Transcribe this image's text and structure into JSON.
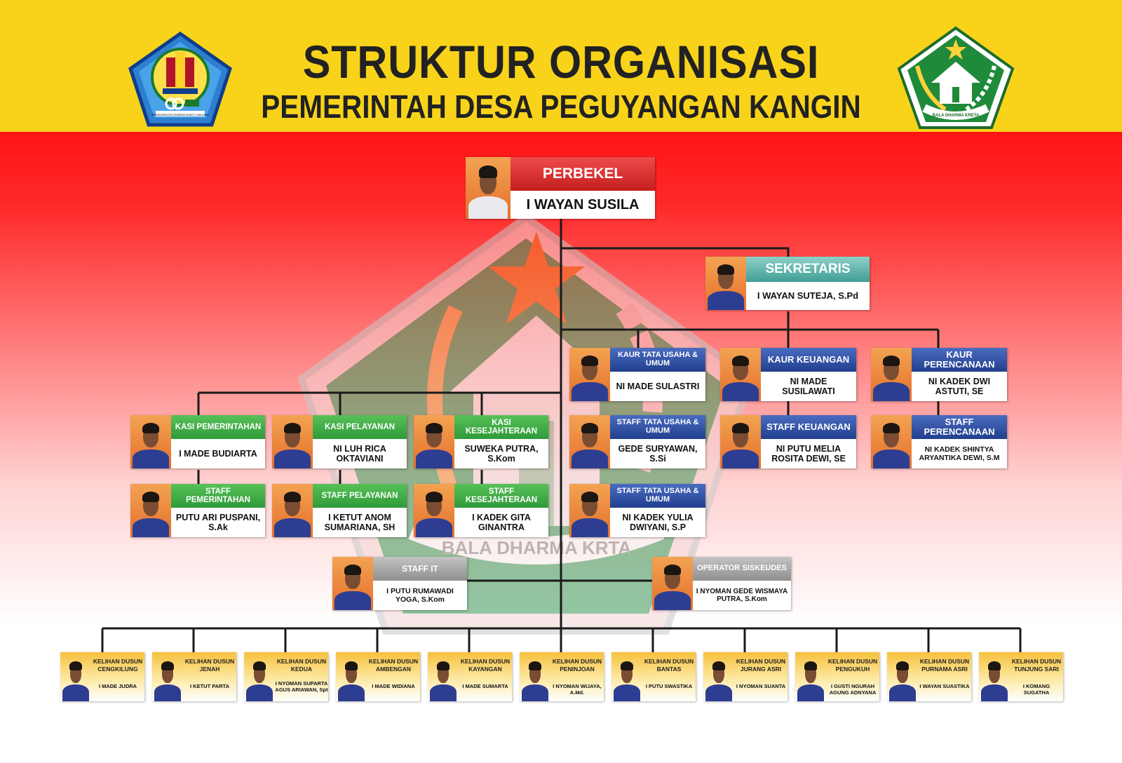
{
  "header": {
    "title": "STRUKTUR ORGANISASI",
    "subtitle": "PEMERINTAH DESA PEGUYANGAN KANGIN"
  },
  "emblems": {
    "left_motto": "PURADIMPURA DHARMA BHAKTI NAGARA",
    "right_motto": "BALA DHARMA KRETA",
    "watermark_motto": "BALA DHARMA KRTA"
  },
  "colors": {
    "header_yellow": "#f8d31a",
    "banner_red": "#ff1414",
    "kasi_green": "#2f9a3a",
    "kaur_blue": "#223f8f",
    "perbekel_red": "#c41e1e",
    "sekretaris_teal": "#3f9f96",
    "staff_grey": "#8f8f8f",
    "kelihan_yellow": "#f6c13d"
  },
  "perbekel": {
    "title": "PERBEKEL",
    "name": "I WAYAN SUSILA"
  },
  "sekretaris": {
    "title": "SEKRETARIS",
    "name": "I WAYAN SUTEJA, S.Pd"
  },
  "kaur": [
    {
      "title": "KAUR TATA USAHA & UMUM",
      "name": "NI MADE SULASTRI"
    },
    {
      "title": "KAUR KEUANGAN",
      "name": "NI MADE SUSILAWATI"
    },
    {
      "title": "KAUR PERENCANAAN",
      "name": "NI KADEK DWI ASTUTI, SE"
    }
  ],
  "kaur_staff": [
    {
      "title": "STAFF TATA USAHA & UMUM",
      "name": "GEDE SURYAWAN, S.Si"
    },
    {
      "title": "STAFF KEUANGAN",
      "name": "NI PUTU MELIA ROSITA DEWI, SE"
    },
    {
      "title": "STAFF PERENCANAAN",
      "name": "NI KADEK SHINTYA ARYANTIKA DEWI, S.M"
    },
    {
      "title": "STAFF TATA USAHA & UMUM",
      "name": "NI KADEK YULIA DWIYANI, S.P"
    }
  ],
  "kasi": [
    {
      "title": "KASI PEMERINTAHAN",
      "name": "I MADE BUDIARTA"
    },
    {
      "title": "KASI PELAYANAN",
      "name": "NI LUH RICA OKTAVIANI"
    },
    {
      "title": "KASI KESEJAHTERAAN",
      "name": "SUWEKA PUTRA, S.Kom"
    }
  ],
  "kasi_staff": [
    {
      "title": "STAFF PEMERINTAHAN",
      "name": "PUTU ARI PUSPANI, S.Ak"
    },
    {
      "title": "STAFF PELAYANAN",
      "name": "I KETUT ANOM SUMARIANA, SH"
    },
    {
      "title": "STAFF KESEJAHTERAAN",
      "name": "I KADEK GITA GINANTRA"
    }
  ],
  "support": [
    {
      "title": "STAFF IT",
      "name": "I PUTU RUMAWADI YOGA, S.Kom"
    },
    {
      "title": "OPERATOR SISKEUDES",
      "name": "I NYOMAN GEDE WISMAYA PUTRA, S.Kom"
    }
  ],
  "kelihan": [
    {
      "title": "KELIHAN DUSUN CENGKILUNG",
      "name": "I MADE JUDRA"
    },
    {
      "title": "KELIHAN DUSUN JENAH",
      "name": "I KETUT PARTA"
    },
    {
      "title": "KELIHAN DUSUN KEDUA",
      "name": "I NYOMAN SUPARTA AGUS ARIAWAN, Spt"
    },
    {
      "title": "KELIHAN DUSUN AMBENGAN",
      "name": "I MADE WIDIANA"
    },
    {
      "title": "KELIHAN DUSUN KAYANGAN",
      "name": "I MADE SUMARTA"
    },
    {
      "title": "KELIHAN DUSUN PENINJOAN",
      "name": "I NYOMAN WIJAYA, A.Md."
    },
    {
      "title": "KELIHAN DUSUN BANTAS",
      "name": "I PUTU SWASTIKA"
    },
    {
      "title": "KELIHAN DUSUN JURANG ASRI",
      "name": "I NYOMAN SUANTA"
    },
    {
      "title": "KELIHAN DUSUN PENGUKUH",
      "name": "I GUSTI NGURAH AGUNG ADNYANA"
    },
    {
      "title": "KELIHAN DUSUN PURNAMA ASRI",
      "name": "I WAYAN SUASTIKA"
    },
    {
      "title": "KELIHAN DUSUN TUNJUNG SARI",
      "name": "I KOMANG SUGATHA"
    }
  ]
}
